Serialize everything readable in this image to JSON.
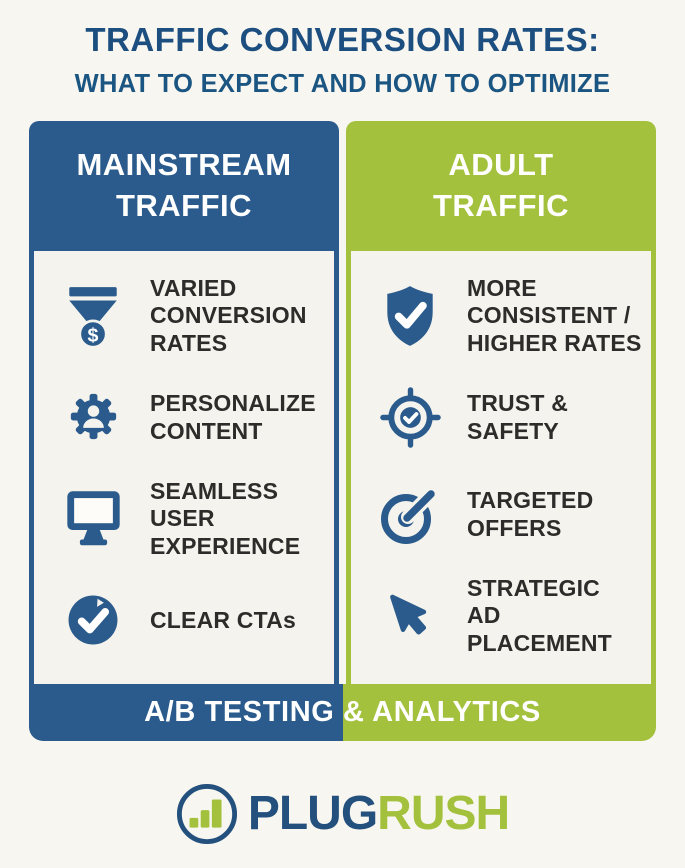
{
  "colors": {
    "blue": "#2a5b8c",
    "green": "#a4c13e",
    "title_blue": "#1c4e7f",
    "subtitle_blue": "#1b5683",
    "text_dark": "#2d2c2a",
    "card_bg": "#f5f3ed",
    "page_bg": "#f8f6f0",
    "logo_blue": "#24507e"
  },
  "header": {
    "title": "TRAFFIC CONVERSION RATES:",
    "subtitle": "WHAT TO EXPECT AND HOW TO OPTIMIZE"
  },
  "columns": [
    {
      "title": "MAINSTREAM\nTRAFFIC",
      "theme": "blue",
      "items": [
        {
          "icon": "funnel-dollar",
          "label": "VARIED\nCONVERSION\nRATES"
        },
        {
          "icon": "gear-user",
          "label": "PERSONALIZE\nCONTENT"
        },
        {
          "icon": "monitor",
          "label": "SEAMLESS\nUSER\nEXPERIENCE"
        },
        {
          "icon": "check-circle",
          "label": "CLEAR CTAs"
        }
      ]
    },
    {
      "title": "ADULT\nTRAFFIC",
      "theme": "green",
      "items": [
        {
          "icon": "shield-check",
          "label": "MORE\nCONSISTENT /\nHIGHER RATES"
        },
        {
          "icon": "crosshair-check",
          "label": "TRUST &\nSAFETY"
        },
        {
          "icon": "bullseye-dart",
          "label": "TARGETED\nOFFERS"
        },
        {
          "icon": "cursor-arrow",
          "label": "STRATEGIC\nAD\nPLACEMENT"
        }
      ]
    }
  ],
  "footer": {
    "label": "A/B TESTING & ANALYTICS"
  },
  "brand": {
    "logo_icon": "bar-chart-circle-icon",
    "wordmark_primary": "PLUG",
    "wordmark_secondary": "RUSH"
  }
}
